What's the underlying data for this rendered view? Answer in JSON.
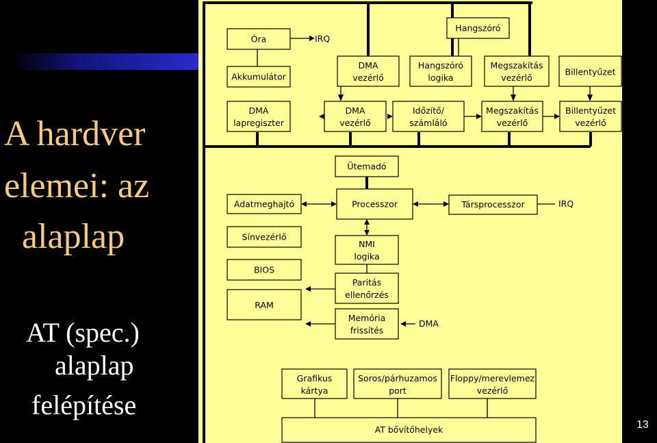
{
  "slide": {
    "title_lines": [
      "A hardver",
      "elemei: az",
      "alaplap"
    ],
    "subtitle_lines": [
      "AT (spec.)",
      "alaplap",
      "felépítése"
    ],
    "slide_number": "13"
  },
  "diagram": {
    "labels": {
      "irq_ora": "IRQ",
      "irq_tars": "IRQ",
      "dma_mem": "DMA"
    },
    "boxes": {
      "ora": [
        "Óra"
      ],
      "akkumulator": [
        "Akkumulátor"
      ],
      "dma_lapregiszter": [
        "DMA",
        "lapregiszter"
      ],
      "dma_vezerlo_top": [
        "DMA",
        "vezérlő"
      ],
      "dma_vezerlo": [
        "DMA",
        "vezérlő"
      ],
      "hangszoro": [
        "Hangszóró"
      ],
      "hangszoro_logika": [
        "Hangszóró",
        "logika"
      ],
      "idozito": [
        "Időzítő/",
        "számláló"
      ],
      "megszakitas_top": [
        "Megszakítás",
        "vezérlő"
      ],
      "megszakitas": [
        "Megszakítás",
        "vezérlő"
      ],
      "billentyuzet": [
        "Billentyűzet"
      ],
      "billentyuzet_vezerlo": [
        "Billentyűzet",
        "vezérlő"
      ],
      "utemado": [
        "Ütemadó"
      ],
      "processzor": [
        "Processzor"
      ],
      "tarsprocesszor": [
        "Társprocesszor"
      ],
      "adatmeghajto": [
        "Adatmeghajtó"
      ],
      "sinvezerlo": [
        "Sínvezérlő"
      ],
      "bios": [
        "BIOS"
      ],
      "ram": [
        "RAM"
      ],
      "nmi": [
        "NMI",
        "logika"
      ],
      "paritas": [
        "Paritás",
        "ellenőrzés"
      ],
      "memoria": [
        "Memória",
        "frissítés"
      ],
      "grafikus": [
        "Grafikus",
        "kártya"
      ],
      "soros": [
        "Soros/párhuzamos",
        "port"
      ],
      "floppy": [
        "Floppy/merevlemez",
        "vezérlő"
      ],
      "bovitohely": [
        "AT bővítőhelyek"
      ]
    }
  }
}
